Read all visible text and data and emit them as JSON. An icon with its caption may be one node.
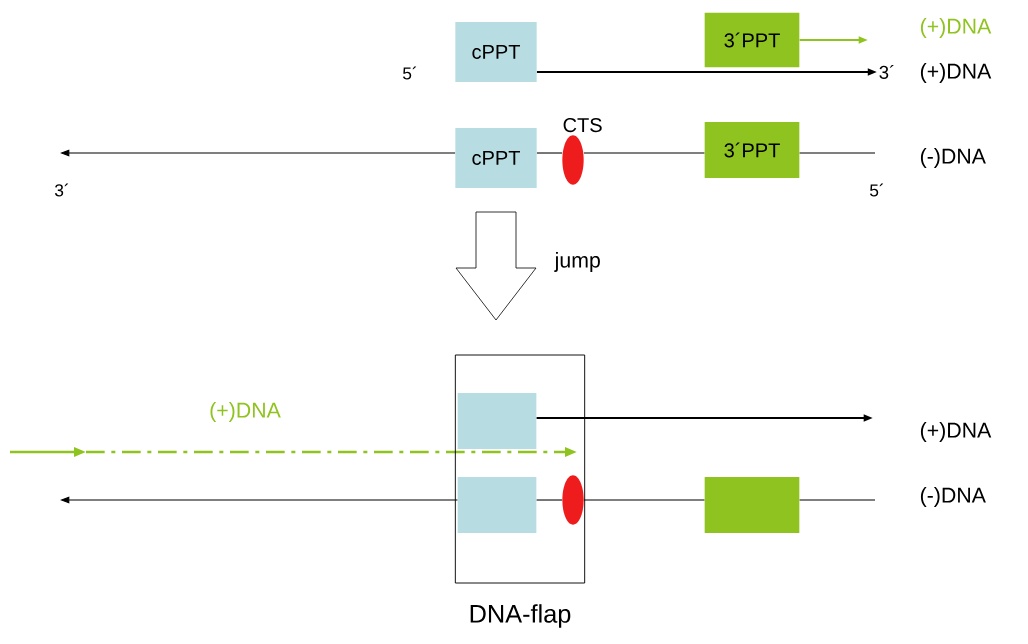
{
  "diagram": {
    "nodes": [
      {
        "text": [
          "cPPT"
        ]
      },
      {
        "text": [
          "3´PPT"
        ]
      },
      {
        "text": [
          "cPPT"
        ]
      },
      {
        "text": [
          "CTS"
        ]
      },
      {
        "text": [
          "3´PPT"
        ]
      },
      {
        "text": [
          "DNA-flap"
        ]
      },
      {
        "text": [],
        "shape": "box",
        "in": 5
      },
      {
        "text": [],
        "shape": "box",
        "in": 5
      },
      {
        "text": [],
        "shape": "ellipse",
        "in": 5
      },
      {
        "text": [],
        "shape": "box"
      },
      {
        "text": [
          "3´"
        ]
      }
    ],
    "edges": [
      {
        "from": 0,
        "to": 10,
        "arrow": "to"
      },
      {
        "from": 1,
        "to": null,
        "arrow": "to",
        "color": "#8fc31f"
      },
      {
        "from": 2,
        "to": null,
        "arrow": "to"
      },
      {
        "from": 2,
        "to": 3,
        "arrow": "none"
      },
      {
        "from": 3,
        "to": 4,
        "arrow": "none"
      },
      {
        "from": 4,
        "to": null,
        "arrow": "none"
      },
      {
        "from": 6,
        "to": null,
        "arrow": "to"
      },
      {
        "from": 7,
        "to": null,
        "arrow": "to"
      },
      {
        "from": 7,
        "to": 8,
        "arrow": "none"
      },
      {
        "from": 8,
        "to": 9,
        "arrow": "none"
      },
      {
        "from": 9,
        "to": null,
        "arrow": "none"
      }
    ],
    "labels": [
      "(+)DNA",
      "5´",
      "(+)DNA",
      "(-)DNA",
      "3´",
      "5´",
      "jump",
      "(+)DNA",
      "(+)DNA",
      "(-)DNA"
    ]
  }
}
